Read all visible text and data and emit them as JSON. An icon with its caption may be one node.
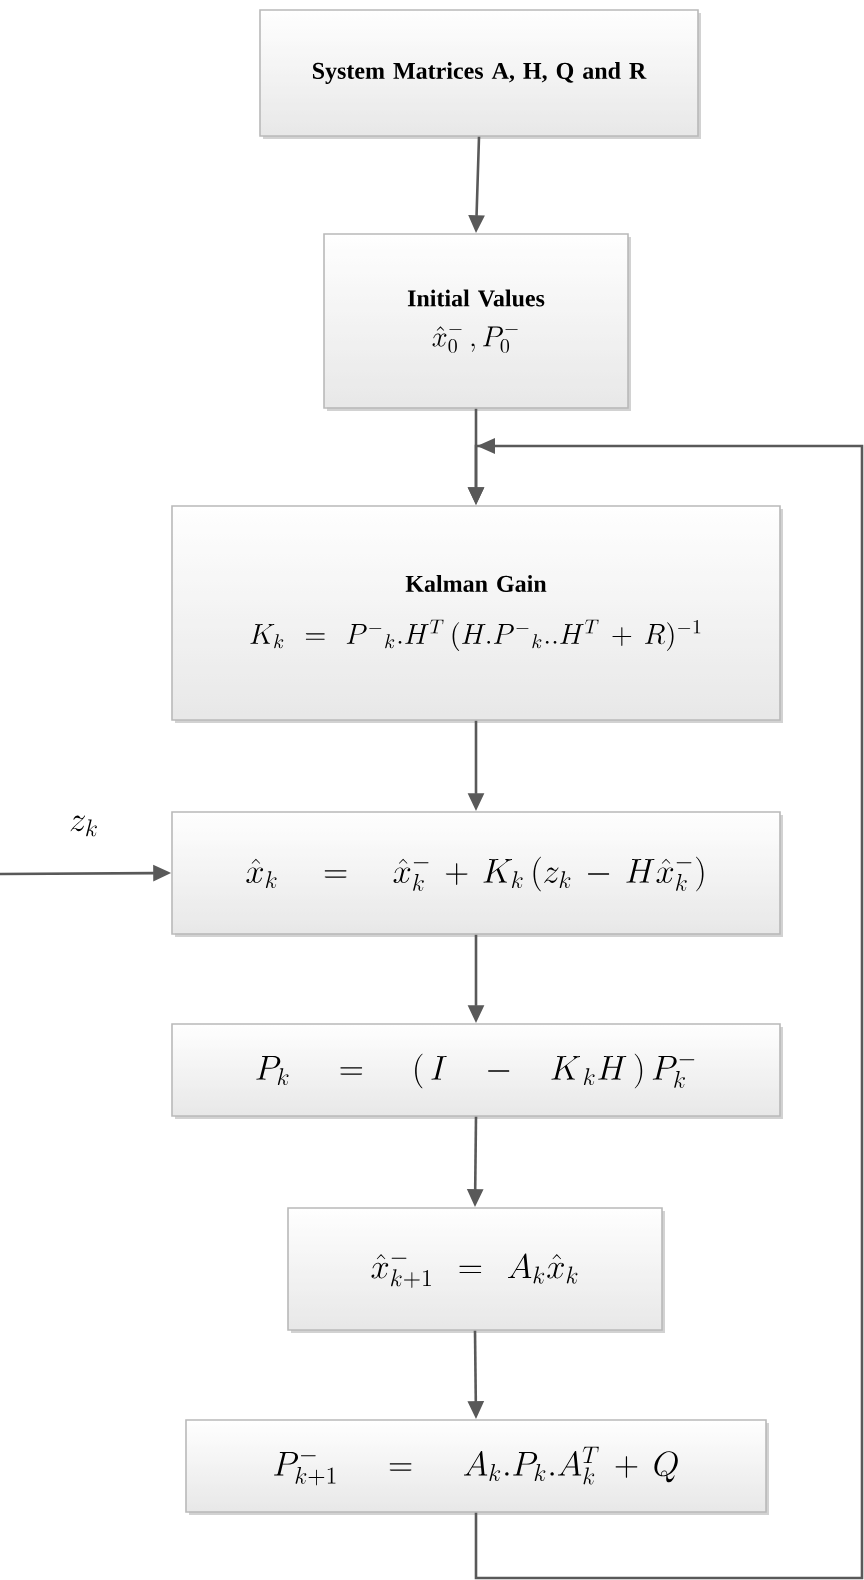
{
  "diagram": {
    "nodes": [
      {
        "text": [
          "System Matrices A, H, Q and R"
        ]
      },
      {
        "text": [
          "Initial Values",
          "\\hat{x}_0^-\\,, P_0^-"
        ]
      },
      {
        "text": [
          "Kalman Gain",
          "K_k = P^-{}_k . H^T\\,(H . P^-{}_k .. H^T + R)^{-1}"
        ]
      },
      {
        "text": [
          "\\hat{x}_k \\;=\\; \\hat{x}_k^- + K_k\\,(z_k - H\\hat{x}_k^-)"
        ]
      },
      {
        "text": [
          "P_k \\;=\\; (\\,I \\;-\\; K_{\\,k} H\\,)\\,P_k^-"
        ]
      },
      {
        "text": [
          "\\hat{x}_{k+1}^- = A_k\\hat{x}_k"
        ]
      },
      {
        "text": [
          "P_{k+1}^- \\;=\\; A_k . P_k . A_k^T + Q"
        ]
      }
    ],
    "edges": [
      {
        "from": 0,
        "to": 1,
        "arrow": "to"
      },
      {
        "from": 1,
        "to": 2,
        "arrow": "to"
      },
      {
        "from": 2,
        "to": 3,
        "arrow": "to"
      },
      {
        "from": null,
        "to": 3,
        "arrow": "to",
        "label": "z_k"
      },
      {
        "from": 3,
        "to": 4,
        "arrow": "to"
      },
      {
        "from": 4,
        "to": 5,
        "arrow": "to"
      },
      {
        "from": 5,
        "to": 6,
        "arrow": "to"
      },
      {
        "from": 6,
        "to": 2,
        "arrow": "to"
      }
    ]
  }
}
